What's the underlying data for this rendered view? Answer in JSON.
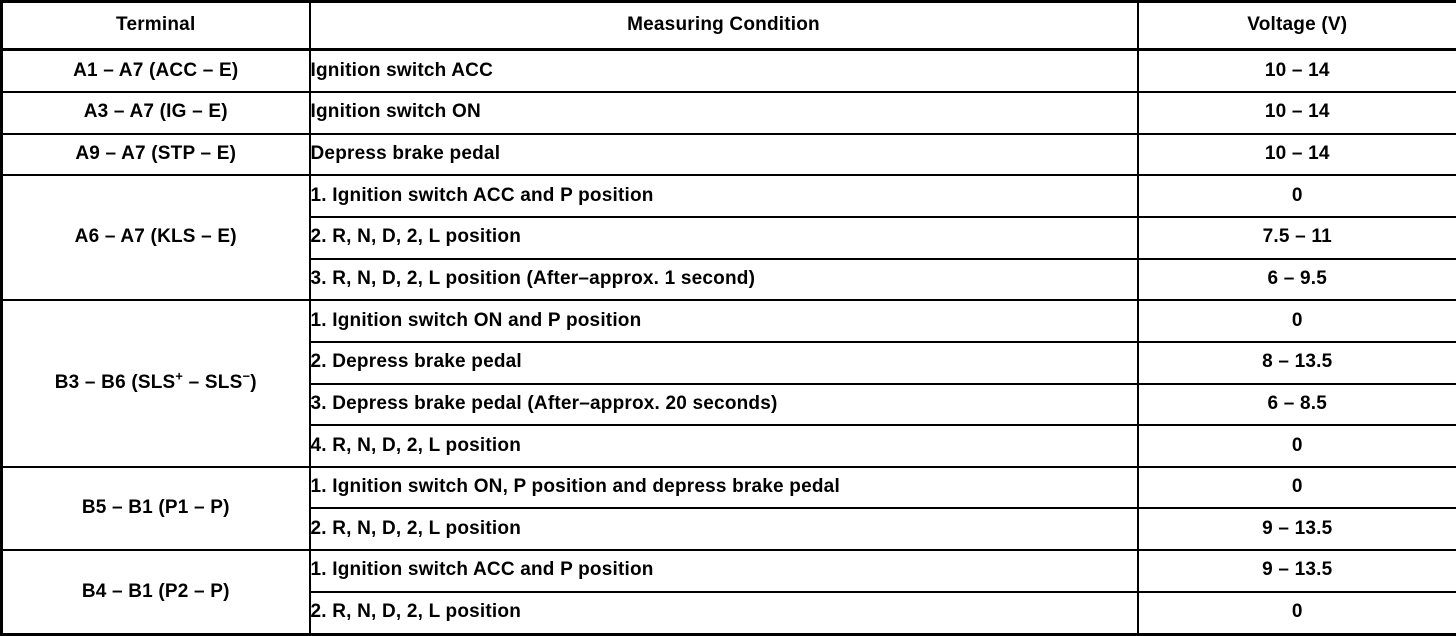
{
  "table": {
    "headers": {
      "terminal": "Terminal",
      "condition": "Measuring Condition",
      "voltage": "Voltage (V)"
    },
    "groups": [
      {
        "terminal": "A1 – A7 (ACC – E)",
        "rows": [
          {
            "condition": "Ignition switch ACC",
            "voltage": "10 – 14"
          }
        ]
      },
      {
        "terminal": "A3 – A7 (IG – E)",
        "rows": [
          {
            "condition": "Ignition switch ON",
            "voltage": "10 – 14"
          }
        ]
      },
      {
        "terminal": "A9 – A7 (STP – E)",
        "rows": [
          {
            "condition": "Depress brake pedal",
            "voltage": "10 – 14"
          }
        ]
      },
      {
        "terminal": "A6 – A7 (KLS – E)",
        "rows": [
          {
            "condition": "1. Ignition switch ACC and P position",
            "voltage": "0"
          },
          {
            "condition": "2. R, N, D, 2, L position",
            "voltage": "7.5 – 11"
          },
          {
            "condition": "3. R, N, D, 2, L position (After–approx. 1 second)",
            "voltage": "6 – 9.5"
          }
        ]
      },
      {
        "terminal_prefix": "B3 – B6 (SLS",
        "terminal_sup1": "+",
        "terminal_mid": " – SLS",
        "terminal_sup2": "−",
        "terminal_suffix": ")",
        "rows": [
          {
            "condition": "1. Ignition switch ON and P position",
            "voltage": "0"
          },
          {
            "condition": "2. Depress brake pedal",
            "voltage": "8 – 13.5"
          },
          {
            "condition": "3. Depress brake pedal (After–approx. 20 seconds)",
            "voltage": "6 – 8.5"
          },
          {
            "condition": "4. R, N, D, 2, L position",
            "voltage": "0"
          }
        ]
      },
      {
        "terminal": "B5 – B1 (P1 – P)",
        "rows": [
          {
            "condition": "1. Ignition switch ON, P position and depress brake pedal",
            "voltage": "0"
          },
          {
            "condition": "2. R, N, D, 2, L position",
            "voltage": "9 – 13.5"
          }
        ]
      },
      {
        "terminal": "B4 – B1 (P2 – P)",
        "rows": [
          {
            "condition": "1. Ignition switch ACC and P position",
            "voltage": "9 – 13.5"
          },
          {
            "condition": "2. R, N, D, 2, L position",
            "voltage": "0"
          }
        ]
      }
    ]
  }
}
